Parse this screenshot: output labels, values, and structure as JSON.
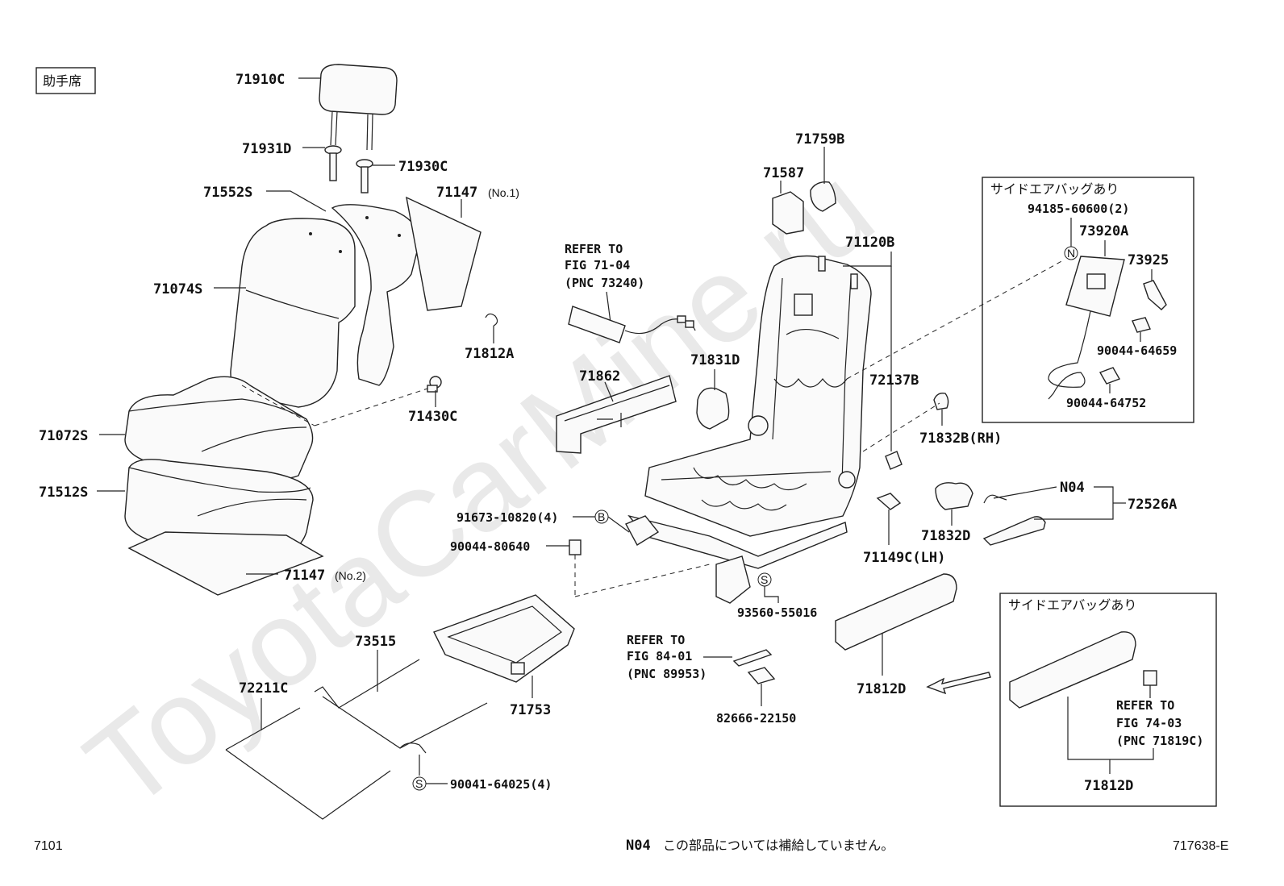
{
  "watermark": "ToyotaCarMine.ru",
  "seat_label": "助手席",
  "parts": {
    "p71910C": "71910C",
    "p71931D": "71931D",
    "p71930C": "71930C",
    "p71552S": "71552S",
    "p71147_no1": "71147",
    "p71147_no1_suffix": "(No.1)",
    "p71074S": "71074S",
    "p71812A": "71812A",
    "p71430C": "71430C",
    "p71072S": "71072S",
    "p71512S": "71512S",
    "p71147_no2": "71147",
    "p71147_no2_suffix": "(No.2)",
    "p71759B": "71759B",
    "p71587": "71587",
    "p71120B": "71120B",
    "p71862": "71862",
    "p71831D": "71831D",
    "p72137B": "72137B",
    "p71832B": "71832B(RH)",
    "p71832D": "71832D",
    "p71149C": "71149C(LH)",
    "pN04": "N04",
    "p72526A": "72526A",
    "p91673": "91673-10820(4)",
    "p90044_80640": "90044-80640",
    "p93560": "93560-55016",
    "p73515": "73515",
    "p72211C": "72211C",
    "p71753": "71753",
    "p90041": "90041-64025(4)",
    "p82666": "82666-22150",
    "p71812D": "71812D",
    "p71812D_box": "71812D"
  },
  "refer_71_04": {
    "l1": "REFER TO",
    "l2": "FIG 71-04",
    "l3": "(PNC 73240)"
  },
  "refer_84_01": {
    "l1": "REFER TO",
    "l2": "FIG 84-01",
    "l3": "(PNC 89953)"
  },
  "refer_74_03": {
    "l1": "REFER TO",
    "l2": "FIG 74-03",
    "l3": "(PNC 71819C)"
  },
  "airbag_box_1": {
    "title": "サイドエアバッグあり",
    "p94185": "94185-60600(2)",
    "p73920A": "73920A",
    "p73925": "73925",
    "p90044_64659": "90044-64659",
    "p90044_64752": "90044-64752"
  },
  "airbag_box_2": {
    "title": "サイドエアバッグあり"
  },
  "markers": {
    "n": "N",
    "b": "B",
    "s": "S"
  },
  "footer": {
    "left": "7101",
    "note_code": "N04",
    "note_text": "この部品については補給していません。",
    "right": "717638-E"
  }
}
